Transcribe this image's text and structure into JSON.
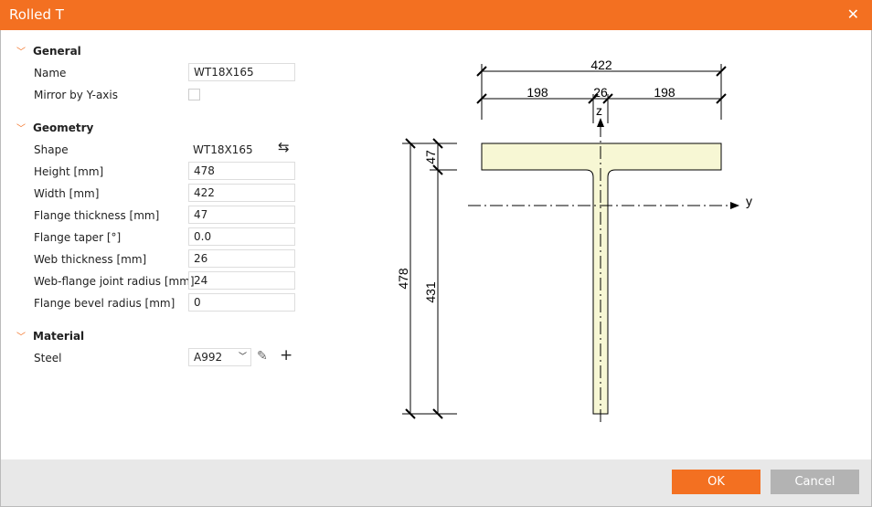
{
  "title": "Rolled T",
  "sections": {
    "general": "General",
    "geometry": "Geometry",
    "material": "Material"
  },
  "general": {
    "name_label": "Name",
    "name_value": "WT18X165",
    "mirror_label": "Mirror by Y-axis",
    "mirror_checked": false
  },
  "geometry": {
    "shape_label": "Shape",
    "shape_value": "WT18X165",
    "fields": [
      {
        "label": "Height [mm]",
        "value": "478"
      },
      {
        "label": "Width [mm]",
        "value": "422"
      },
      {
        "label": "Flange thickness [mm]",
        "value": "47"
      },
      {
        "label": "Flange taper [°]",
        "value": "0.0"
      },
      {
        "label": "Web thickness [mm]",
        "value": "26"
      },
      {
        "label": "Web-flange joint radius [mm]",
        "value": "24"
      },
      {
        "label": "Flange bevel radius [mm]",
        "value": "0"
      }
    ]
  },
  "material": {
    "steel_label": "Steel",
    "steel_value": "A992"
  },
  "drawing": {
    "width": "422",
    "left": "198",
    "web": "26",
    "right": "198",
    "flange": "47",
    "height": "478",
    "web_height": "431",
    "axis_y": "y",
    "axis_z": "z"
  },
  "buttons": {
    "ok": "OK",
    "cancel": "Cancel"
  },
  "colors": {
    "accent": "#f37021",
    "section_fill": "#f7f7d4",
    "cancel": "#b3b3b3"
  }
}
